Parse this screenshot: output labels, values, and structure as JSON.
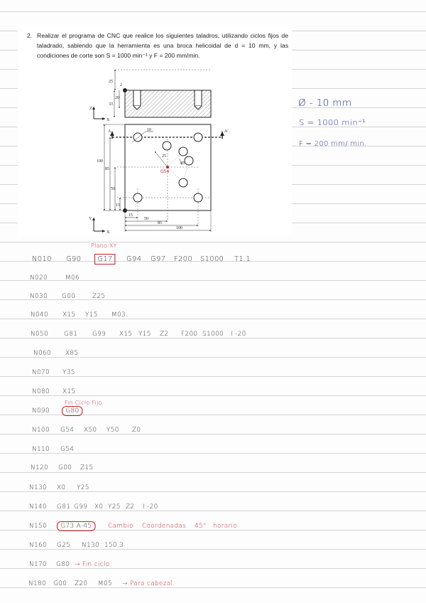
{
  "problem": {
    "number": "2.",
    "text": "Realizar el programa de CNC que realice los siguientes taladros, utilizando ciclos fijos de taladrado, sabiendo que la herramienta es una broca helicoidal de d = 10 mm, y las condiciones de corte son S = 1000 min⁻¹ y F = 200 mm/min."
  },
  "diagram": {
    "dims_side": [
      "25",
      "2",
      "20",
      "33"
    ],
    "dims_left": [
      "100",
      "85",
      "50",
      "15"
    ],
    "dims_bottom": [
      "15",
      "50",
      "85",
      "100"
    ],
    "hole_diameter": "10",
    "radius": "25",
    "angle": "45°",
    "section_label": "A",
    "section_label_2": "A'",
    "axis_z": "Z",
    "axis_x": "X",
    "axis_y": "Y",
    "origin_note": "G54"
  },
  "side_notes": {
    "diameter": "Ø - 10 mm",
    "speed": "S = 1000 min⁻¹",
    "feed": "F = 200 mm/ min."
  },
  "program": [
    {
      "n": "N010",
      "tokens": [
        "G90",
        "G17",
        "G94",
        "G97",
        "F200",
        "S1000",
        "T1.1"
      ],
      "note": "Plano XY"
    },
    {
      "n": "N020",
      "tokens": [
        "M06"
      ]
    },
    {
      "n": "N030",
      "tokens": [
        "G00",
        "Z25"
      ]
    },
    {
      "n": "N040",
      "tokens": [
        "X15",
        "Y15",
        "M03."
      ]
    },
    {
      "n": "N050",
      "tokens": [
        "G81",
        "G99",
        "X15",
        "Y15",
        "Z2",
        "F200",
        "S1000",
        "I -20"
      ]
    },
    {
      "n": "N060",
      "tokens": [
        "X85"
      ]
    },
    {
      "n": "N070",
      "tokens": [
        "Y35"
      ]
    },
    {
      "n": "N080",
      "tokens": [
        "X15"
      ]
    },
    {
      "n": "N090",
      "tokens": [
        "G80"
      ],
      "note": "Fin Ciclo Fijo."
    },
    {
      "n": "N100",
      "tokens": [
        "G54",
        "X50",
        "Y50",
        "Z0"
      ]
    },
    {
      "n": "N110",
      "tokens": [
        "G54"
      ]
    },
    {
      "n": "N120",
      "tokens": [
        "G00",
        "Z15"
      ]
    },
    {
      "n": "N130",
      "tokens": [
        "X0",
        "Y25"
      ]
    },
    {
      "n": "N140",
      "tokens": [
        "G81",
        "G99",
        "X0",
        "Y25",
        "Z2",
        "I -20"
      ]
    },
    {
      "n": "N150",
      "tokens": [
        "G73  A-45"
      ],
      "notes": [
        "Cambio",
        "Coordenadas",
        "45°",
        "horario."
      ]
    },
    {
      "n": "N160",
      "tokens": [
        "G25",
        "N130",
        "150.3"
      ]
    },
    {
      "n": "N170",
      "tokens": [
        "G80"
      ],
      "note": "→  Fin ciclo."
    },
    {
      "n": "N180",
      "tokens": [
        "G00",
        "Z20",
        "M05"
      ],
      "note": "→  Para cabezal."
    }
  ],
  "colors": {
    "annotation": "#c3232a",
    "side_notes": "#1d2e9a",
    "rule": "#d4d4d4"
  }
}
